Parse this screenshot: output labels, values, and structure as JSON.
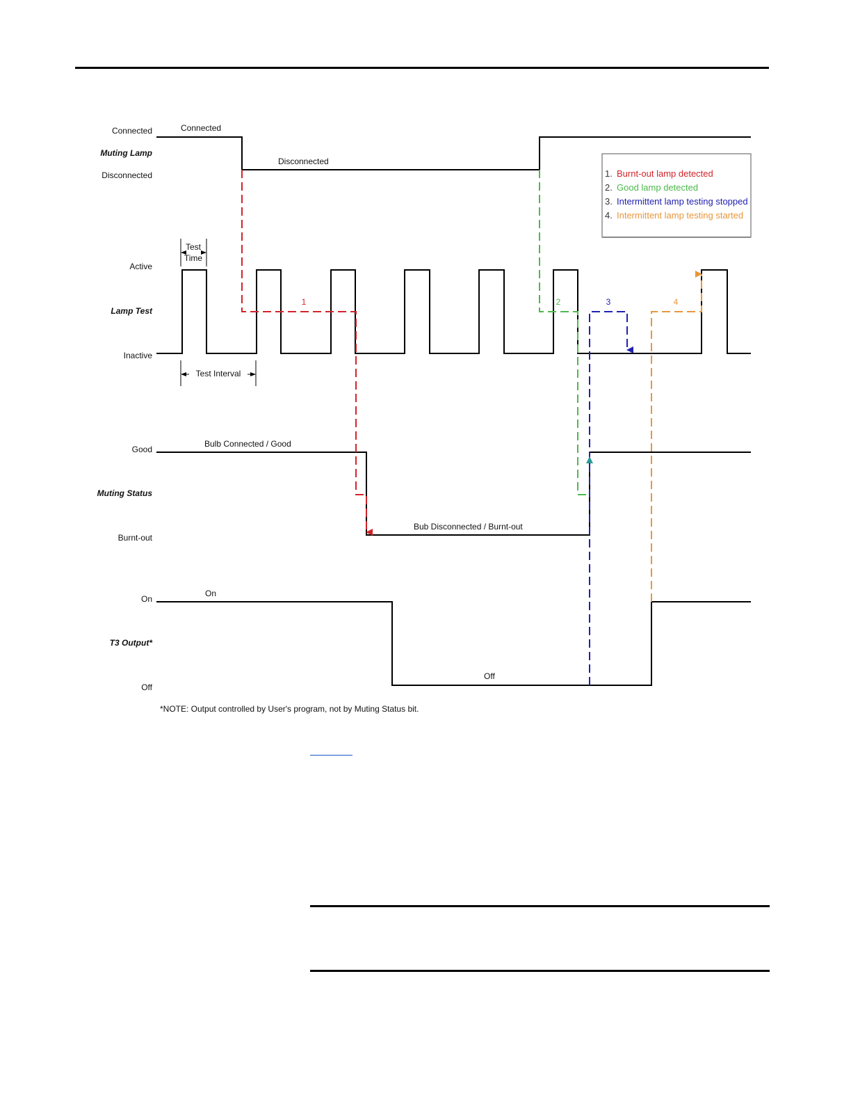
{
  "signals": {
    "muting_lamp": {
      "name": "Muting Lamp",
      "high": "Connected",
      "low": "Disconnected"
    },
    "lamp_test": {
      "name": "Lamp Test",
      "high": "Active",
      "low": "Inactive"
    },
    "muting_status": {
      "name": "Muting Status",
      "high": "Good",
      "low": "Burnt-out"
    },
    "t3_output": {
      "name": "T3 Output*",
      "high": "On",
      "low": "Off"
    }
  },
  "annotations": {
    "connected": "Connected",
    "disconnected": "Disconnected",
    "test_time_line1": "Test",
    "test_time_line2": "Time",
    "test_interval": "Test Interval",
    "bulb_good": "Bulb Connected / Good",
    "bulb_burnt": "Bub Disconnected / Burnt-out",
    "on": "On",
    "off": "Off",
    "marker_1": "1",
    "marker_2": "2",
    "marker_3": "3",
    "marker_4": "4"
  },
  "legend": [
    {
      "num": "1.",
      "text": "Burnt-out lamp detected",
      "color": "#d2232a"
    },
    {
      "num": "2.",
      "text": "Good lamp detected",
      "color": "#4cb84c"
    },
    {
      "num": "3.",
      "text": "Intermittent lamp testing stopped",
      "color": "#2020b0"
    },
    {
      "num": "4.",
      "text": "Intermittent lamp testing started",
      "color": "#e8963a"
    }
  ],
  "note": "*NOTE:  Output controlled by User's program, not by Muting Status bit.",
  "colors": {
    "red": "#d2232a",
    "green": "#4cb84c",
    "blue": "#2020b0",
    "orange": "#e8963a",
    "teal": "#2a9a9a"
  }
}
